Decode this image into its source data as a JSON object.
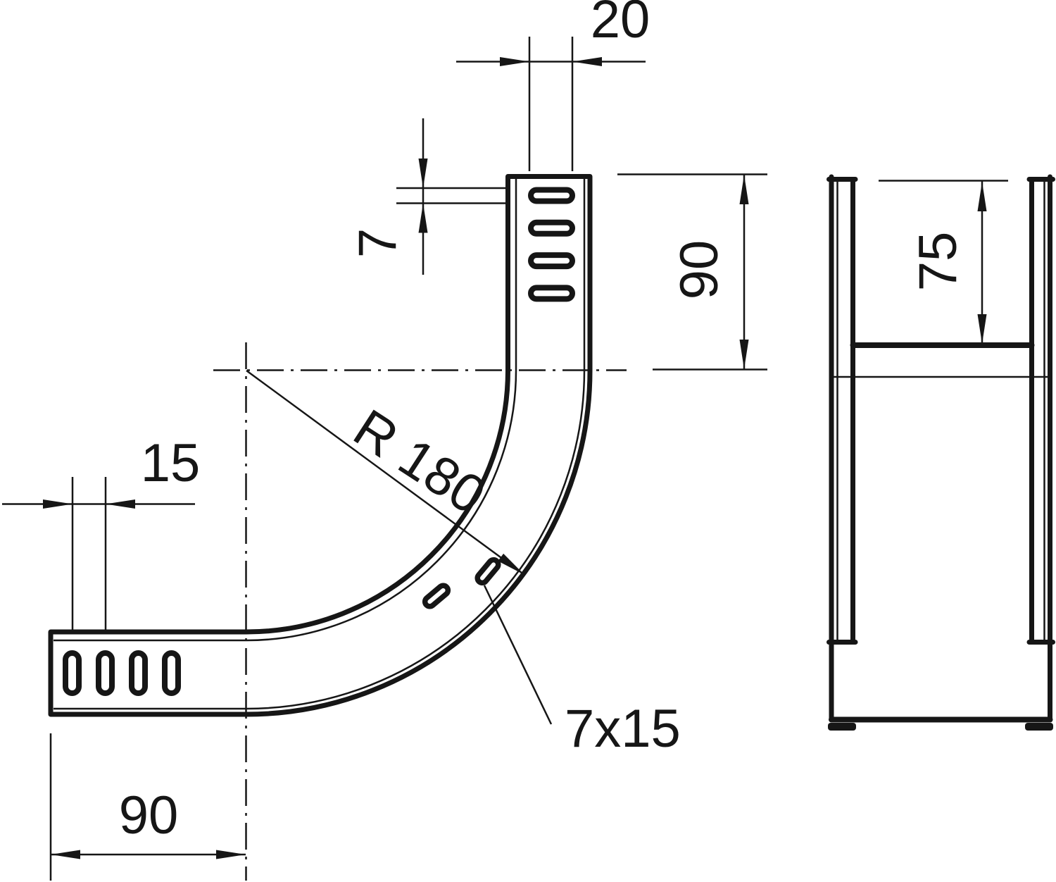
{
  "colors": {
    "background": "#ffffff",
    "line": "#161616"
  },
  "front_view": {
    "dim_slot_length": "20",
    "dim_slot_width": "7",
    "dim_upper_leg": "90",
    "dim_hole_pitch": "15",
    "dim_lower_leg": "90",
    "radius_label": "R 180",
    "arc_slot_label": "7x15"
  },
  "side_view": {
    "dim_depth": "75"
  }
}
